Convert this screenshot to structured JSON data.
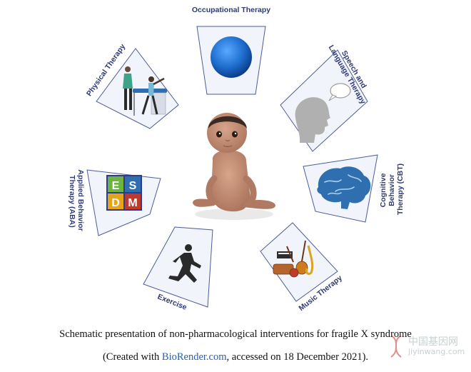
{
  "panels": {
    "occupational": "Occupational Therapy",
    "speech_line1": "Speech and",
    "speech_line2": "Language Therapy",
    "cognitive_line1": "Cognitive",
    "cognitive_line2": "Behavior",
    "cognitive_line3": "Therapy (CBT)",
    "music": "Music Therapy",
    "exercise": "Exercise",
    "aba_line1": "Applied Behavior",
    "aba_line2": "Therapy (ABA)",
    "physical": "Physical Therapy"
  },
  "esdm": {
    "e": "E",
    "s": "S",
    "d": "D",
    "m": "M"
  },
  "caption": {
    "line1": "Schematic presentation of non-pharmacological interventions for fragile X syndrome",
    "line2_prefix": "(Created with ",
    "line2_link": "BioRender.com",
    "line2_suffix": ", accessed on 18 December 2021)."
  },
  "watermark": {
    "line1": "中国基因网",
    "line2": "jiyinwang.com"
  },
  "colors": {
    "panel_fill": "#f1f4fb",
    "panel_stroke": "#4d5c99",
    "label": "#2f3a73",
    "ball": "#1e6fd0"
  }
}
